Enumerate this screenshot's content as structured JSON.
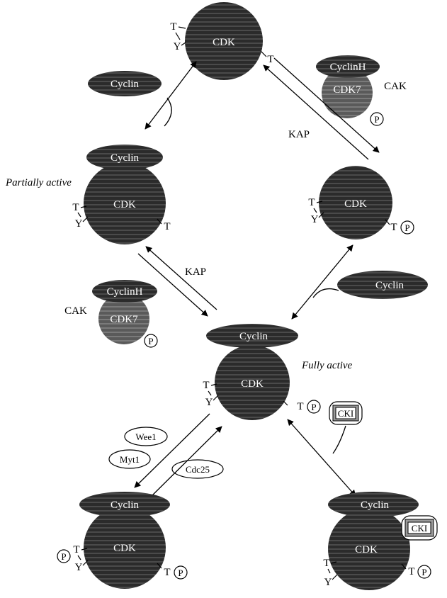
{
  "labels": {
    "cdk": "CDK",
    "cyclin": "Cyclin",
    "cyclinH": "CyclinH",
    "cdk7": "CDK7",
    "cak": "CAK",
    "kap": "KAP",
    "cki": "CKI",
    "t": "T",
    "y": "Y",
    "p": "P",
    "partially_active": "Partially active",
    "fully_active": "Fully active",
    "wee1": "Wee1",
    "myt1": "Myt1",
    "cdc25": "Cdc25"
  },
  "colors": {
    "cdk_body": "#1a1a1a",
    "cyclin_body": "#3a3a3a",
    "cdk7_body": "#5a5a5a",
    "background": "#ffffff"
  }
}
